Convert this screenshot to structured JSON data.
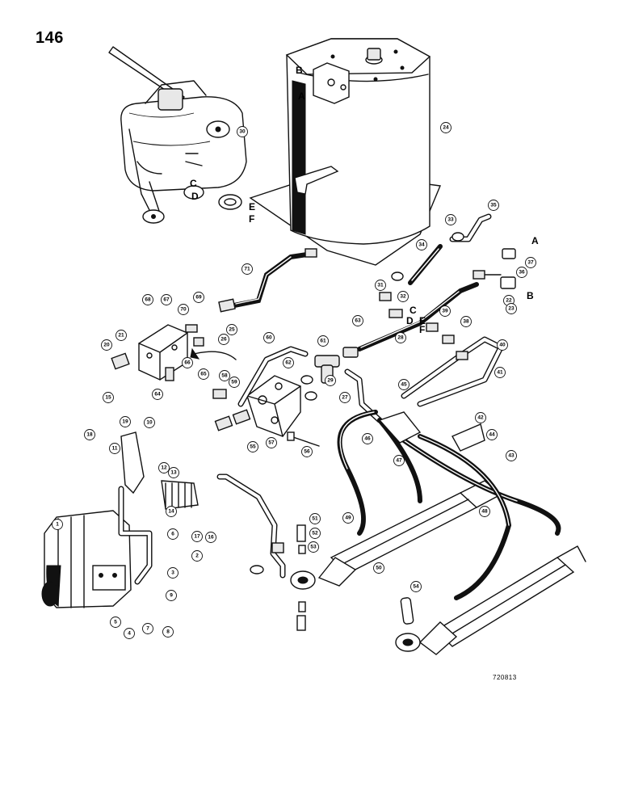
{
  "page_number": "146",
  "figure_code": "720813",
  "port_letters": [
    "A",
    "B",
    "C",
    "D",
    "E",
    "F",
    "A",
    "B",
    "C",
    "D",
    "E",
    "F"
  ],
  "callouts": [
    "1",
    "2",
    "3",
    "4",
    "5",
    "6",
    "7",
    "8",
    "9",
    "10",
    "11",
    "12",
    "13",
    "14",
    "15",
    "16",
    "17",
    "18",
    "19",
    "20",
    "21",
    "22",
    "23",
    "24",
    "25",
    "26",
    "27",
    "28",
    "29",
    "30",
    "31",
    "32",
    "33",
    "34",
    "35",
    "36",
    "37",
    "38",
    "39",
    "40",
    "41",
    "42",
    "43",
    "44",
    "45",
    "46",
    "47",
    "48",
    "49",
    "50",
    "51",
    "52",
    "53",
    "54",
    "55",
    "56",
    "57",
    "58",
    "59",
    "60",
    "61",
    "62",
    "63",
    "64",
    "65",
    "66",
    "67",
    "68",
    "69",
    "70",
    "71"
  ]
}
